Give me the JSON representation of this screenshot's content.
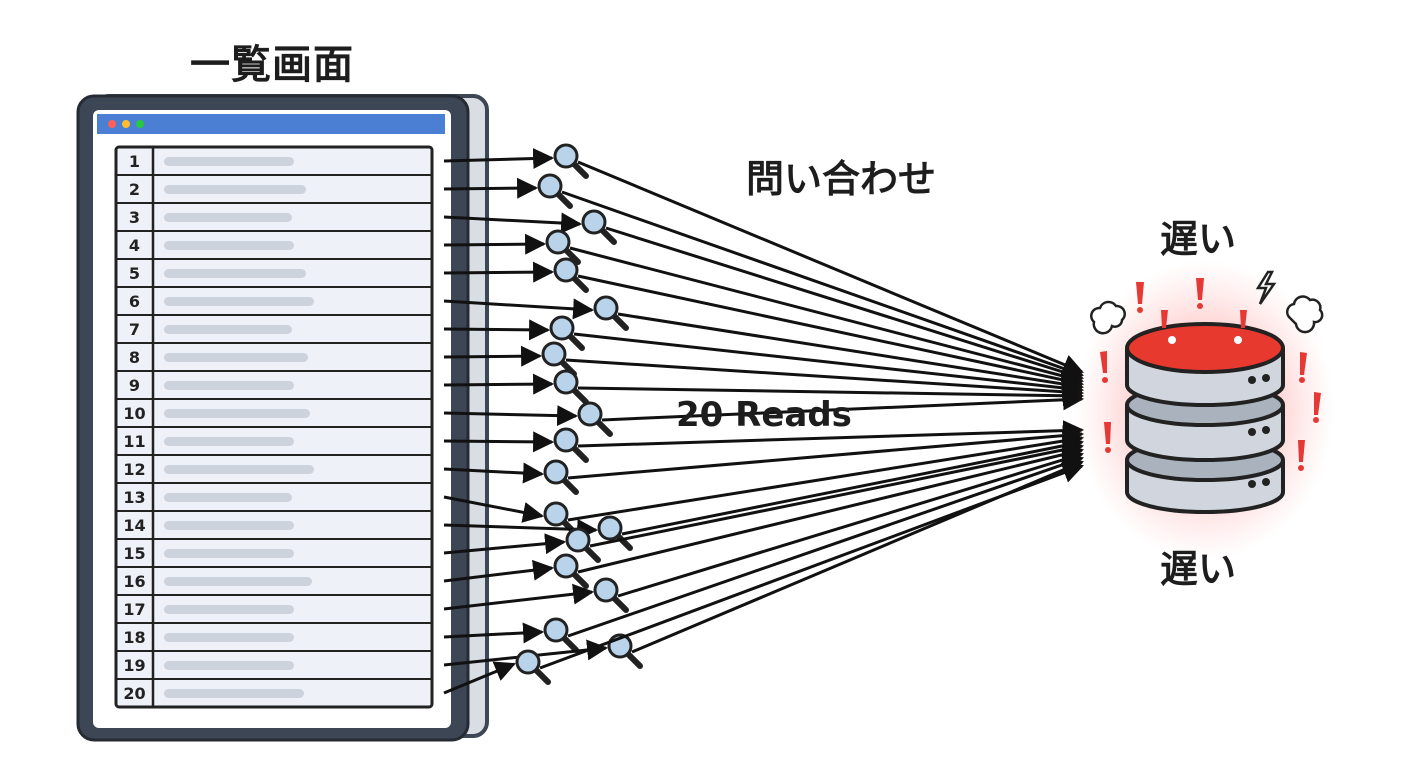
{
  "title": "一覧画面",
  "labels": {
    "query": "問い合わせ",
    "reads": "20 Reads",
    "slow_top": "遅い",
    "slow_bottom": "遅い"
  },
  "rows": [
    "1",
    "2",
    "3",
    "4",
    "5",
    "6",
    "7",
    "8",
    "9",
    "10",
    "11",
    "12",
    "13",
    "14",
    "15",
    "16",
    "17",
    "18",
    "19",
    "20"
  ],
  "icons": {
    "query": "magnifier-icon",
    "database": "database-icon",
    "alert": "exclamation-icon",
    "smoke": "smoke-puff-icon",
    "lightning": "lightning-icon"
  },
  "colors": {
    "frame": "#3d4654",
    "titlebar": "#4a7fd4",
    "row_bg": "#eef1f7",
    "placeholder": "#cdd3dd",
    "magnifier": "#b9d3ea",
    "db_top": "#e8392f",
    "db_body": "#d1d6de",
    "alert": "#e53935"
  }
}
